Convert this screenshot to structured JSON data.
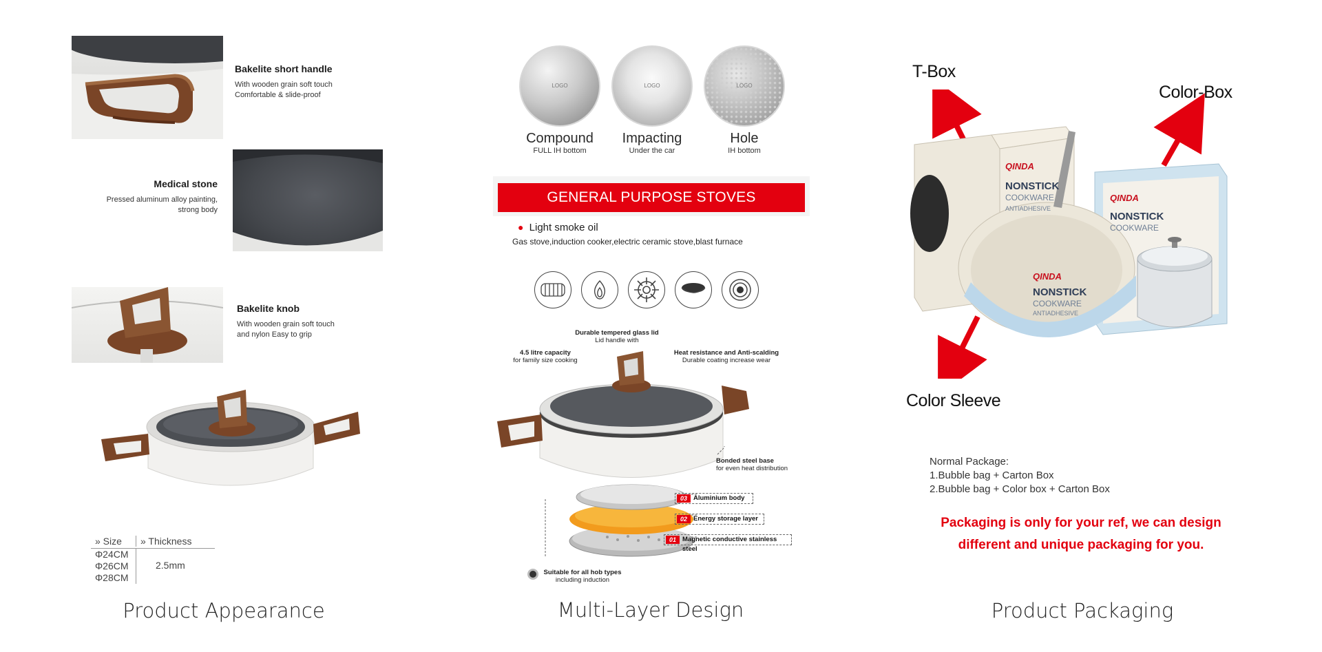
{
  "appearance": {
    "features": [
      {
        "title": "Bakelite short handle",
        "desc1": "With wooden grain soft touch",
        "desc2": "Comfortable & slide-proof"
      },
      {
        "title": "Medical stone",
        "desc1": "Pressed aluminum alloy painting,",
        "desc2": "strong body"
      },
      {
        "title": "Bakelite knob",
        "desc1": "With wooden grain soft touch",
        "desc2": "and nylon Easy to grip"
      }
    ],
    "size_table": {
      "size_header": "» Size",
      "thickness_header": "» Thickness",
      "sizes": [
        "Φ24CM",
        "Φ26CM",
        "Φ28CM"
      ],
      "thickness": "2.5mm"
    },
    "caption": "Product Appearance"
  },
  "multilayer": {
    "bottoms": [
      {
        "name": "Compound",
        "sub": "FULL IH bottom",
        "logo": "LOGO"
      },
      {
        "name": "Impacting",
        "sub": "Under the car",
        "logo": "LOGO"
      },
      {
        "name": "Hole",
        "sub": "IH bottom",
        "logo": "LOGO"
      }
    ],
    "banner": "GENERAL PURPOSE STOVES",
    "smoke": "Light smoke oil",
    "stoves_line": "Gas stove,induction cooker,electric ceramic stove,blast furnace",
    "stove_icons": [
      "coil-stove-icon",
      "gas-flame-icon",
      "gas-burner-icon",
      "ceramic-stove-icon",
      "induction-stove-icon"
    ],
    "callouts": {
      "lid_title": "Durable tempered glass lid",
      "lid_sub": "Lid handle with",
      "capacity_title": "4.5 litre capacity",
      "capacity_sub": "for family size cooking",
      "heat_title": "Heat resistance and Anti-scalding",
      "heat_sub": "Durable coating increase wear",
      "base_title": "Bonded steel base",
      "base_sub": "for even heat distribution",
      "hob_title": "Suitable for all hob types",
      "hob_sub": "including induction"
    },
    "layers": [
      {
        "num": "03",
        "label": "Aluminium body"
      },
      {
        "num": "02",
        "label": "Energy storage layer"
      },
      {
        "num": "01",
        "label": "Magnetic conductive stainless steel"
      }
    ],
    "caption": "Multi-Layer Design"
  },
  "packaging": {
    "labels": {
      "tbox": "T-Box",
      "colorbox": "Color-Box",
      "sleeve": "Color Sleeve"
    },
    "box_brand": "QINDA",
    "box_title1": "NONSTICK",
    "box_title2": "COOKWARE",
    "box_title3": "ANTIADHESIVE",
    "normal_title": "Normal Package:",
    "normal_1": "1.Bubble bag + Carton Box",
    "normal_2": "2.Bubble bag + Color box + Carton Box",
    "note_1": "Packaging is only for your ref, we can design",
    "note_2": "different and unique packaging for you.",
    "caption": "Product Packaging",
    "arrow_color": "#e3000f"
  }
}
